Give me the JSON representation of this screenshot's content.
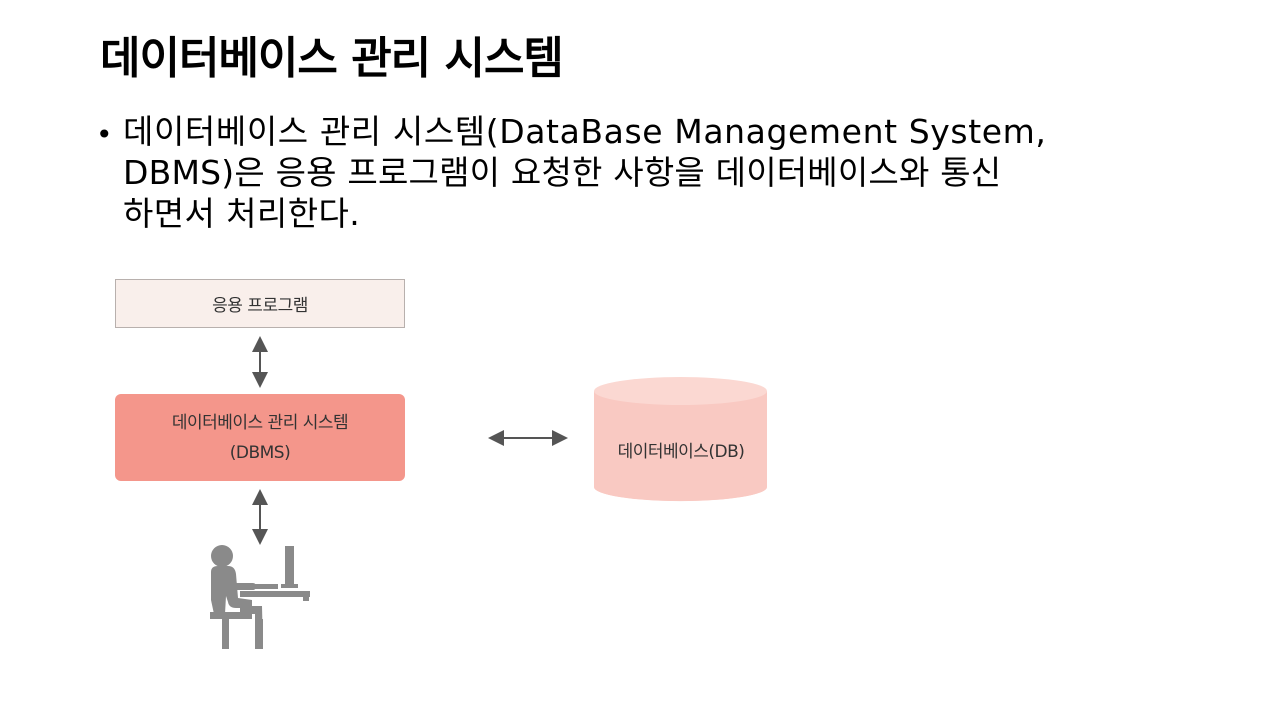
{
  "slide": {
    "title": "데이터베이스 관리 시스템",
    "bullet": {
      "marker": "•",
      "lines": [
        "데이터베이스 관리 시스템(DataBase Management System,",
        "DBMS)은 응용 프로그램이 요청한 사항을 데이터베이스와 통신",
        "하면서 처리한다."
      ]
    }
  },
  "diagram": {
    "app_box": {
      "label": "응용 프로그램"
    },
    "dbms_box": {
      "label_line1": "데이터베이스 관리 시스템",
      "label_line2": "(DBMS)"
    },
    "database": {
      "label": "데이터베이스(DB)"
    },
    "user_icon": "user-at-computer-icon",
    "colors": {
      "app_box_fill": "#f9efeb",
      "dbms_box_fill": "#f4968b",
      "db_fill": "#f9c9c2",
      "arrow": "#555555",
      "icon": "#8a8a8a"
    }
  }
}
